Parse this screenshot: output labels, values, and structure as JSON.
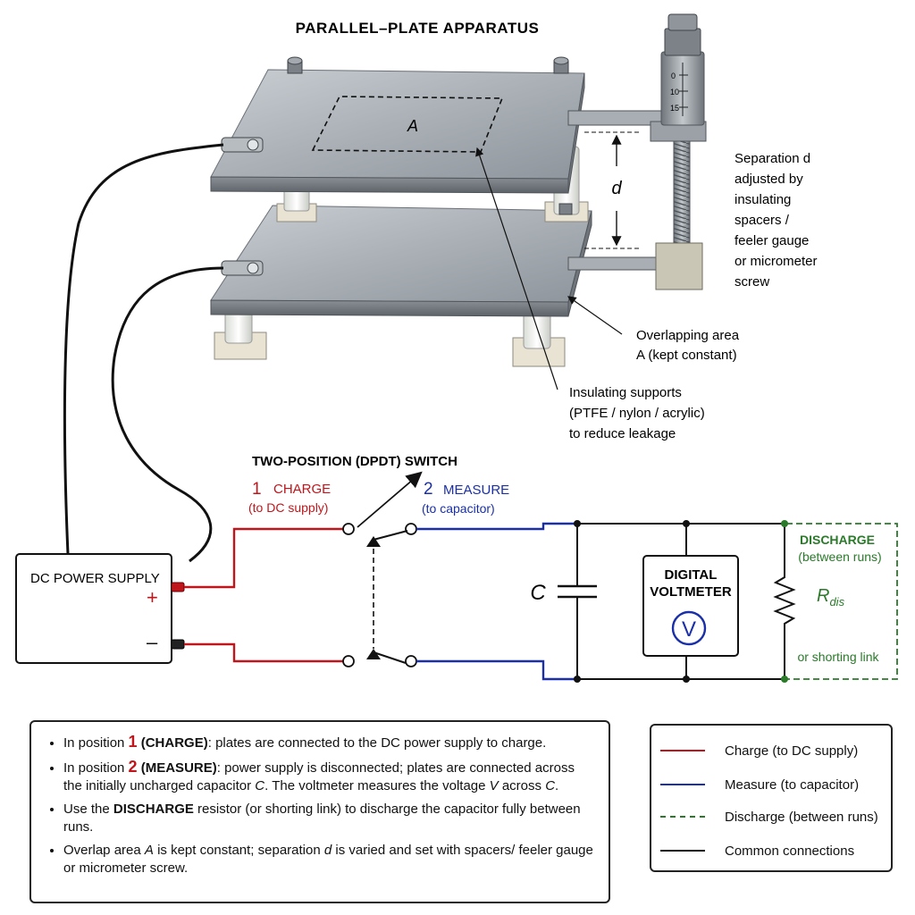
{
  "apparatus": {
    "title": "PARALLEL–PLATE APPARATUS",
    "area_label": "A",
    "separation_label": "d",
    "micrometer_ticks": [
      "0",
      "10",
      "15"
    ],
    "separation_note": [
      "Separation d",
      "adjusted by",
      "insulating",
      "spacers /",
      "feeler gauge",
      "or micrometer",
      "screw"
    ],
    "overlap_note": [
      "Overlapping area",
      "A (kept constant)"
    ],
    "supports_note": [
      "Insulating supports",
      "(PTFE / nylon / acrylic)",
      "to reduce leakage"
    ]
  },
  "circuit": {
    "switch_title": "TWO-POSITION (DPDT) SWITCH",
    "pos1_num": "1",
    "pos1_label": "CHARGE",
    "pos1_sub": "(to DC supply)",
    "pos2_num": "2",
    "pos2_label": "MEASURE",
    "pos2_sub": "(to capacitor)",
    "supply_label": "DC POWER SUPPLY",
    "plus": "+",
    "minus": "–",
    "cap_label": "C",
    "voltmeter_line1": "DIGITAL",
    "voltmeter_line2": "VOLTMETER",
    "voltmeter_symbol": "V",
    "discharge_label": "DISCHARGE",
    "discharge_sub": "(between runs)",
    "resistor_label": "R",
    "resistor_sub": "dis",
    "shorting_label": "or shorting link"
  },
  "notes": {
    "n1_pre": "In position ",
    "n1_num": "1",
    "n1_bold": " (CHARGE)",
    "n1_post": ": plates are connected to the DC power supply to charge.",
    "n2_pre": "In position ",
    "n2_num": "2",
    "n2_bold": " (MEASURE)",
    "n2_post_a": ": power supply is disconnected; plates are connected across the initially uncharged capacitor ",
    "n2_c": "C",
    "n2_post_b": ". The voltmeter measures the voltage ",
    "n2_v": "V",
    "n2_post_c": " across ",
    "n2_c2": "C",
    "n2_end": ".",
    "n3_pre": "Use the ",
    "n3_bold": "DISCHARGE",
    "n3_post": " resistor (or shorting link) to discharge the capacitor fully between runs.",
    "n4_pre": "Overlap area ",
    "n4_a": "A",
    "n4_mid": " is kept constant; separation ",
    "n4_d": "d",
    "n4_post": " is varied and set with spacers/ feeler gauge or micrometer screw."
  },
  "legend": {
    "items": [
      {
        "label": "Charge (to DC supply)",
        "color": "#c0161b",
        "style": "solid"
      },
      {
        "label": "Measure (to capacitor)",
        "color": "#1a2fa8",
        "style": "solid"
      },
      {
        "label": "Discharge (between runs)",
        "color": "#2a7a2a",
        "style": "dashed"
      },
      {
        "label": "Common connections",
        "color": "#111111",
        "style": "solid"
      }
    ]
  },
  "colors": {
    "charge": "#c0161b",
    "measure": "#1a2fa8",
    "discharge": "#2a7a2a",
    "common": "#111111",
    "plate": "#9aa1a8"
  }
}
